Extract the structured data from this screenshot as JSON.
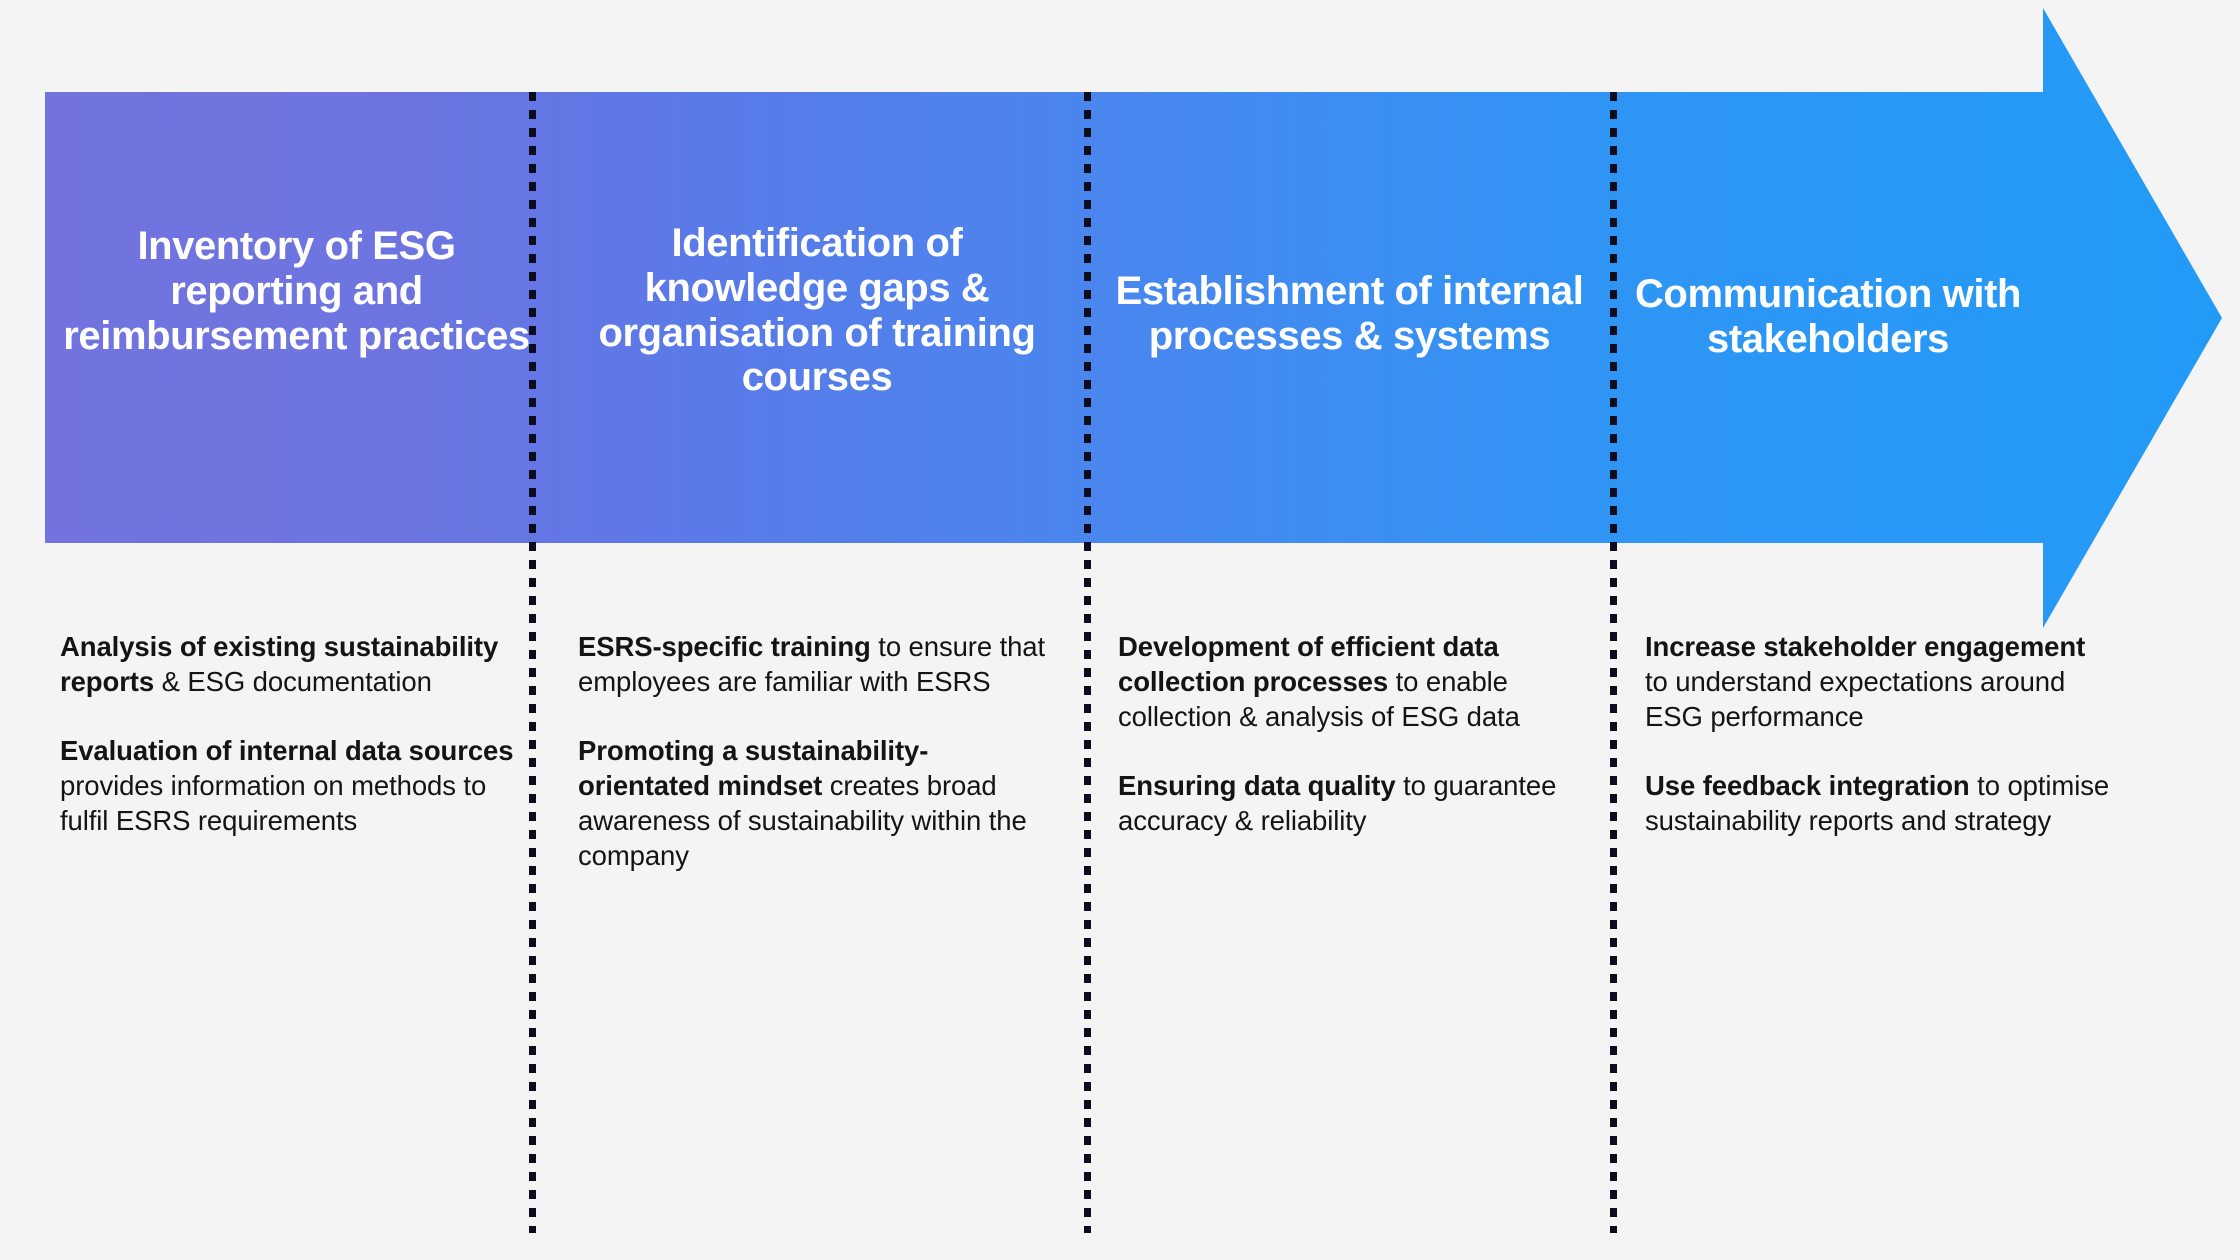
{
  "diagram": {
    "type": "process-arrow",
    "orientation": "left-to-right",
    "phase_count": 4,
    "colors": {
      "background": "#f4f4f5",
      "gradient_start": "#7273de",
      "gradient_mid_1": "#5a7ae8",
      "gradient_mid_2": "#3b90f2",
      "gradient_end": "#229bf7",
      "divider": "#0c0c1e",
      "header_text": "#ffffff",
      "body_text": "#141417"
    }
  },
  "phases": [
    {
      "title": "Inventory of ESG reporting and reimbursement practices",
      "points": [
        {
          "bold": "Analysis of existing sustainability reports",
          "rest": " & ESG documentation"
        },
        {
          "bold": "Evaluation of internal data sources",
          "rest": " provides information on methods to fulfil ESRS requirements"
        }
      ]
    },
    {
      "title": "Identification of knowledge gaps & organisation of training courses",
      "points": [
        {
          "bold": "ESRS-specific training",
          "rest": " to ensure that employees are familiar with ESRS"
        },
        {
          "bold": "Promoting a sustainability-orientated mindset",
          "rest": " creates broad awareness of sustainability within the company"
        }
      ]
    },
    {
      "title": "Establishment of internal processes & systems",
      "points": [
        {
          "bold": "Development of efficient data collection processes",
          "rest": " to enable collection & analysis of ESG data"
        },
        {
          "bold": "Ensuring data quality",
          "rest": " to guarantee accuracy & reliability"
        }
      ]
    },
    {
      "title": "Communication with stakeholders",
      "points": [
        {
          "bold": "Increase stakeholder engagement",
          "rest": " to understand expectations around ESG performance"
        },
        {
          "bold": "Use feedback integration",
          "rest": " to optimise sustainability reports and strategy"
        }
      ]
    }
  ]
}
